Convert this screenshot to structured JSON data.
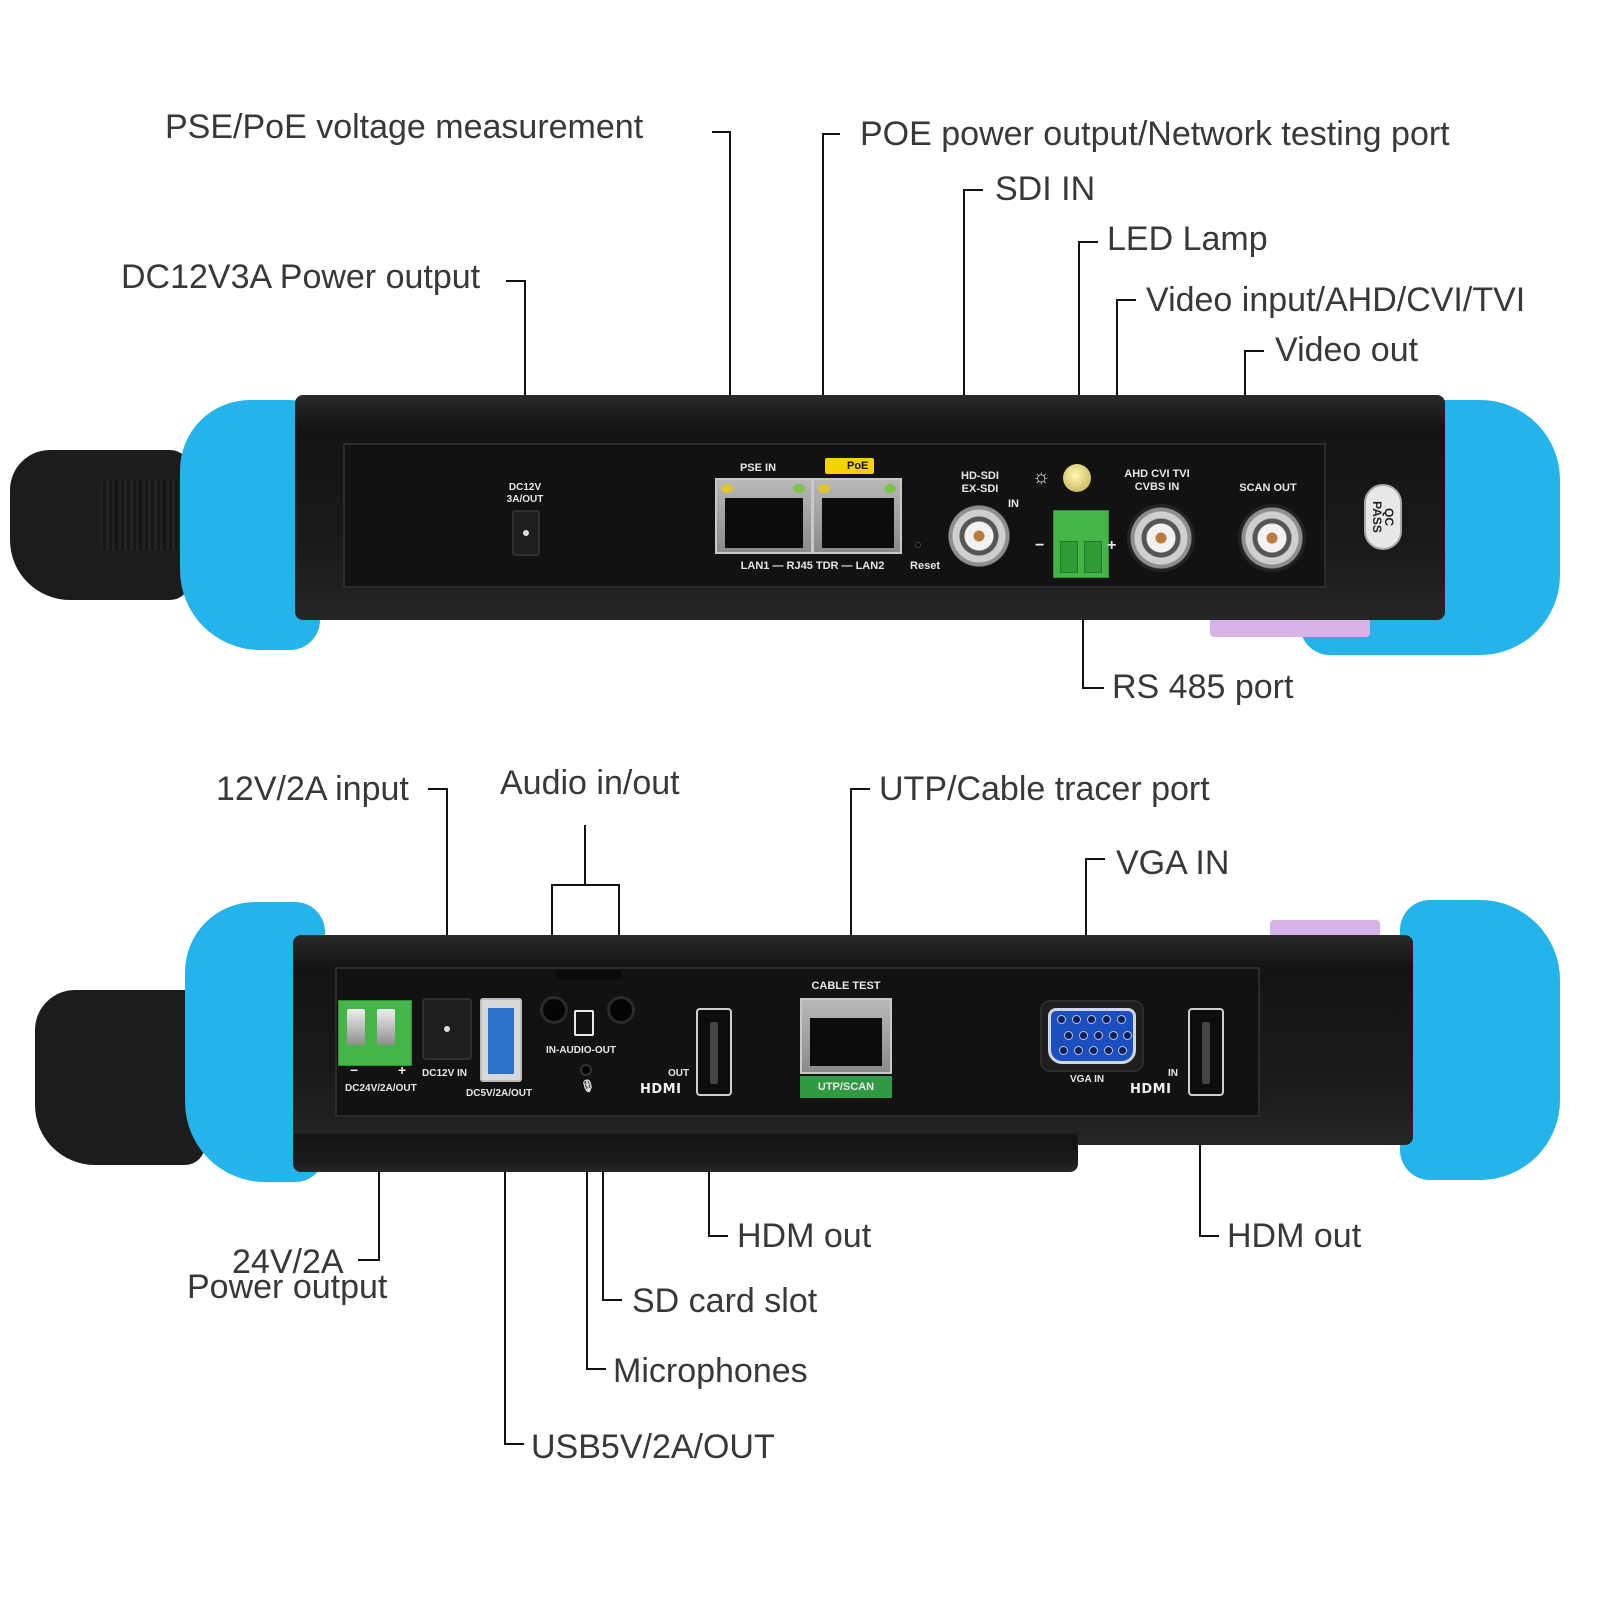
{
  "diagram": {
    "title": "",
    "top_view": {
      "callouts": [
        {
          "id": "pse-poe-voltage",
          "label": "PSE/PoE voltage measurement"
        },
        {
          "id": "poe-power-network",
          "label": "POE power output/Network testing port"
        },
        {
          "id": "sdi-in",
          "label": "SDI IN"
        },
        {
          "id": "led-lamp",
          "label": "LED Lamp"
        },
        {
          "id": "dc12v3a-output",
          "label": "DC12V3A Power output"
        },
        {
          "id": "video-input",
          "label": "Video input/AHD/CVI/TVI"
        },
        {
          "id": "video-out",
          "label": "Video out"
        },
        {
          "id": "rs485",
          "label": "RS 485 port"
        }
      ],
      "panel_labels": {
        "dc12v": "DC12V",
        "dc12v_sub": "3A/OUT",
        "pse_in": "PSE IN",
        "poe": "PoE",
        "lan_row": "LAN1 — RJ45 TDR — LAN2",
        "reset": "Reset",
        "hd_sdi": "HD-SDI",
        "ex_sdi": "EX-SDI",
        "sdi_in": "IN",
        "minus": "−",
        "plus": "+",
        "ahd_cvi_tvi": "AHD  CVI  TVI",
        "cvbs_in": "CVBS IN",
        "scan_out": "SCAN OUT",
        "qc_line1": "QC",
        "qc_line2": "PASS"
      }
    },
    "bottom_view": {
      "callouts": [
        {
          "id": "12v2a-input",
          "label": "12V/2A input"
        },
        {
          "id": "audio-in-out",
          "label": "Audio in/out"
        },
        {
          "id": "utp-cable-tracer",
          "label": "UTP/Cable tracer port"
        },
        {
          "id": "vga-in",
          "label": "VGA IN"
        },
        {
          "id": "24v2a-output-line1",
          "label": "24V/2A"
        },
        {
          "id": "24v2a-output-line2",
          "label": "Power output"
        },
        {
          "id": "hdm-out-left",
          "label": "HDM out"
        },
        {
          "id": "hdm-out-right",
          "label": "HDM out"
        },
        {
          "id": "sd-card-slot",
          "label": "SD card slot"
        },
        {
          "id": "microphones",
          "label": "Microphones"
        },
        {
          "id": "usb5v2a-out",
          "label": "USB5V/2A/OUT"
        }
      ],
      "panel_labels": {
        "minus": "−",
        "plus": "+",
        "dc24v": "DC24V/2A/OUT",
        "dc12v_in": "DC12V IN",
        "dc5v": "DC5V/2A/OUT",
        "in_audio_out": "IN-AUDIO-OUT",
        "hdmi_out": "OUT",
        "hdmi_logo": "HDMI",
        "cable_test": "CABLE TEST",
        "utp_scan": "UTP/SCAN",
        "vga_in": "VGA IN",
        "hdmi_in": "IN",
        "hdmi_logo_2": "HDMI"
      }
    },
    "colors": {
      "bumper": "#24b3ea",
      "chassis": "#151515",
      "terminal_green": "#45b549",
      "poe_yellow": "#f5d200",
      "utp_green": "#2f9a43",
      "vga_blue": "#1b4fc0",
      "callout_text": "#383838"
    }
  }
}
